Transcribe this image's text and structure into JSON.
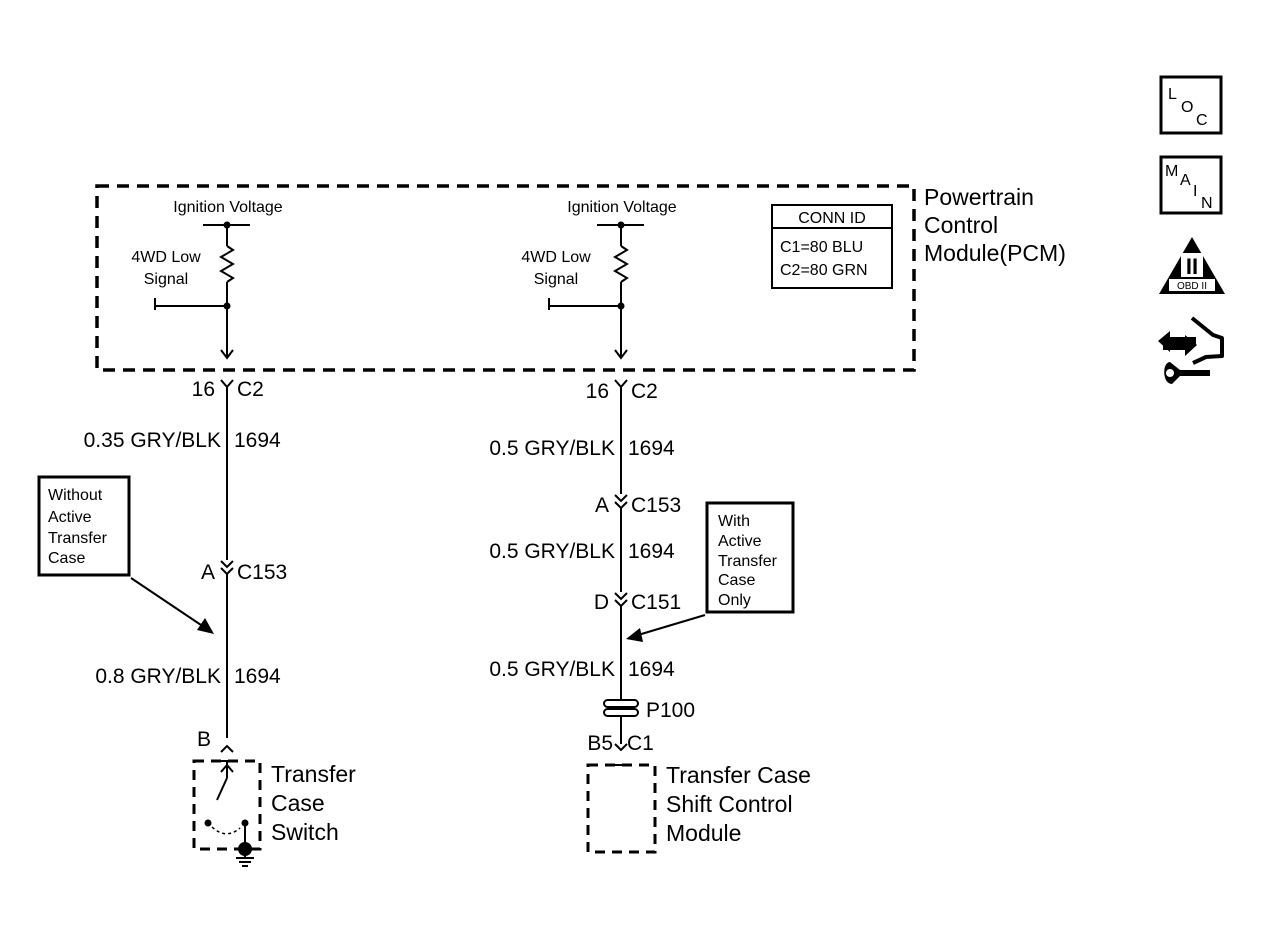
{
  "pcm": {
    "title_line1": "Powertrain",
    "title_line2": "Control",
    "title_line3": "Module(PCM)",
    "ignition_label": "Ignition Voltage",
    "signal_label_line1": "4WD Low",
    "signal_label_line2": "Signal"
  },
  "conn_id": {
    "title": "CONN ID",
    "line1": "C1=80 BLU",
    "line2": "C2=80 GRN"
  },
  "left_circuit": {
    "pin": "16",
    "connector": "C2",
    "wire1": "0.35 GRY/BLK",
    "circuit1": "1694",
    "inline_pin": "A",
    "inline_connector": "C153",
    "wire2": "0.8 GRY/BLK",
    "circuit2": "1694",
    "switch_pin": "B",
    "note_line1": "Without",
    "note_line2": "Active",
    "note_line3": "Transfer",
    "note_line4": "Case",
    "component_line1": "Transfer",
    "component_line2": "Case",
    "component_line3": "Switch"
  },
  "right_circuit": {
    "pin": "16",
    "connector": "C2",
    "wire1": "0.5 GRY/BLK",
    "circuit1": "1694",
    "inline1_pin": "A",
    "inline1_connector": "C153",
    "wire2": "0.5 GRY/BLK",
    "circuit2": "1694",
    "inline2_pin": "D",
    "inline2_connector": "C151",
    "wire3": "0.5 GRY/BLK",
    "circuit3": "1694",
    "passthrough": "P100",
    "module_pin": "B5",
    "module_connector": "C1",
    "note_line1": "With",
    "note_line2": "Active",
    "note_line3": "Transfer",
    "note_line4": "Case",
    "note_line5": "Only",
    "component_line1": "Transfer Case",
    "component_line2": "Shift Control",
    "component_line3": "Module"
  },
  "side_icons": {
    "loc_l": "L",
    "loc_o": "O",
    "loc_c": "C",
    "main_m": "M",
    "main_a": "A",
    "main_i": "I",
    "main_n": "N",
    "obd_numeral": "II",
    "obd_label": "OBD II"
  }
}
